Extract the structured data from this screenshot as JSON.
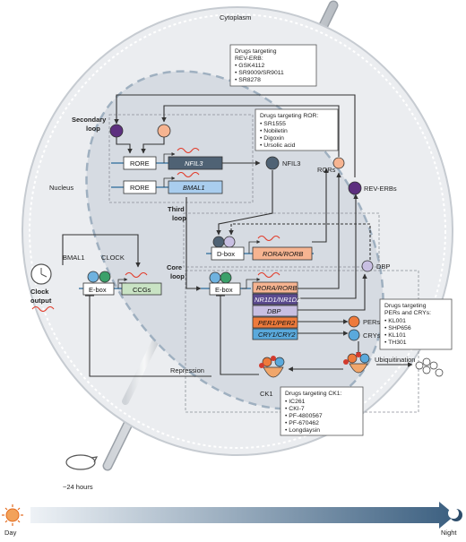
{
  "labels": {
    "cytoplasm": "Cytoplasm",
    "nucleus": "Nucleus",
    "secondary_loop": [
      "Secondary",
      "loop"
    ],
    "third_loop": [
      "Third",
      "loop"
    ],
    "core_loop": [
      "Core",
      "loop"
    ],
    "clock_output": [
      "Clock",
      "output"
    ],
    "bmal1": "BMAL1",
    "clock": "CLOCK",
    "nfil3_protein": "NFIL3",
    "rors": "RORs",
    "rev_erbs": "REV-ERBs",
    "dbp": "DBP",
    "pers": "PERs",
    "crys": "CRYs",
    "ck1": "CK1",
    "repression": "Repression",
    "ubiquitination": "Ubiquitination",
    "hours": "~24 hours",
    "day": "Day",
    "night": "Night"
  },
  "elements": {
    "rore": "RORE",
    "ebox": "E-box",
    "dbox": "D-box",
    "ccgs": "CCGs"
  },
  "genes": {
    "nfil3": "NFIL3",
    "bmal1": "BMAL1",
    "rora_rorb_third": "RORA/RORB",
    "rora_rorb_core": "RORA/RORB",
    "nr1d1_nr1d2": "NR1D1/NR1D2",
    "dbp": "DBP",
    "per1_per2": "PER1/PER2",
    "cry1_cry2": "CRY1/CRY2"
  },
  "drug_boxes": {
    "rev_erb": {
      "title": [
        "Drugs targeting",
        "REV-ERB:"
      ],
      "items": [
        "GSK4112",
        "SR9009/SR9011",
        "SR8278"
      ]
    },
    "ror": {
      "title": [
        "Drugs targeting ROR:"
      ],
      "items": [
        "SR1555",
        "Nobiletin",
        "Digoxin",
        "Ursolic acid"
      ]
    },
    "pers_crys": {
      "title": [
        "Drugs targeting",
        "PERs and CRYs:"
      ],
      "items": [
        "KL001",
        "SHP656",
        "KL101",
        "TH301"
      ]
    },
    "ck1": {
      "title": [
        "Drugs targeting CK1:"
      ],
      "items": [
        "IC261",
        "CKI-7",
        "PF-4800567",
        "PF-670462",
        "Longdaysin"
      ]
    }
  },
  "colors": {
    "nfil3_gene": "#4f6274",
    "bmal1_gene": "#a9cdee",
    "rora_rorb": "#f6b491",
    "nr1d1": "#5a4a8e",
    "dbp_gene": "#c8bfe2",
    "per_gene": "#ee7a3b",
    "cry_gene": "#5aa9dc",
    "ccgs": "#c9e3c4"
  }
}
